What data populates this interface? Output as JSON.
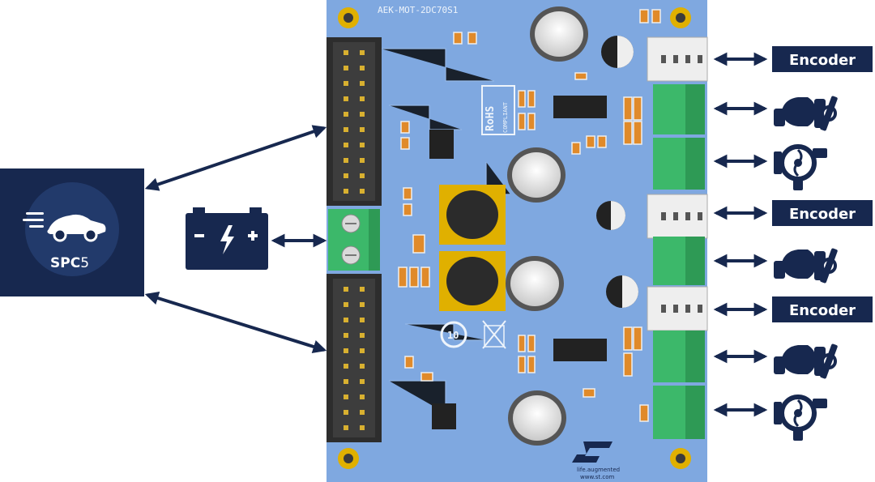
{
  "colors": {
    "navy": "#17284f",
    "board": "#7fa8e0",
    "board_dark": "#5e86c4",
    "gold": "#e0b000",
    "terminal_green": "#3cb86a",
    "header_dark": "#2d2d2d",
    "arrow": "#17284f"
  },
  "icons": {
    "spc5_logo": "car-icon",
    "battery": "battery-icon",
    "motor": "dc-motor-icon",
    "pump": "pump-icon",
    "st_logo": "st-logo-icon"
  },
  "board": {
    "title": "AEK-MOT-2DC70S1",
    "rohs": "RoHS",
    "rohs_sub": "COMPLIANT",
    "st_tagline": "life.augmented",
    "st_url": "www.st.com",
    "ten_mark": "10"
  },
  "spc5": {
    "label": "SPC",
    "label_suffix": "5"
  },
  "outputs": {
    "encoder_labels": [
      "Encoder",
      "Encoder",
      "Encoder"
    ]
  }
}
